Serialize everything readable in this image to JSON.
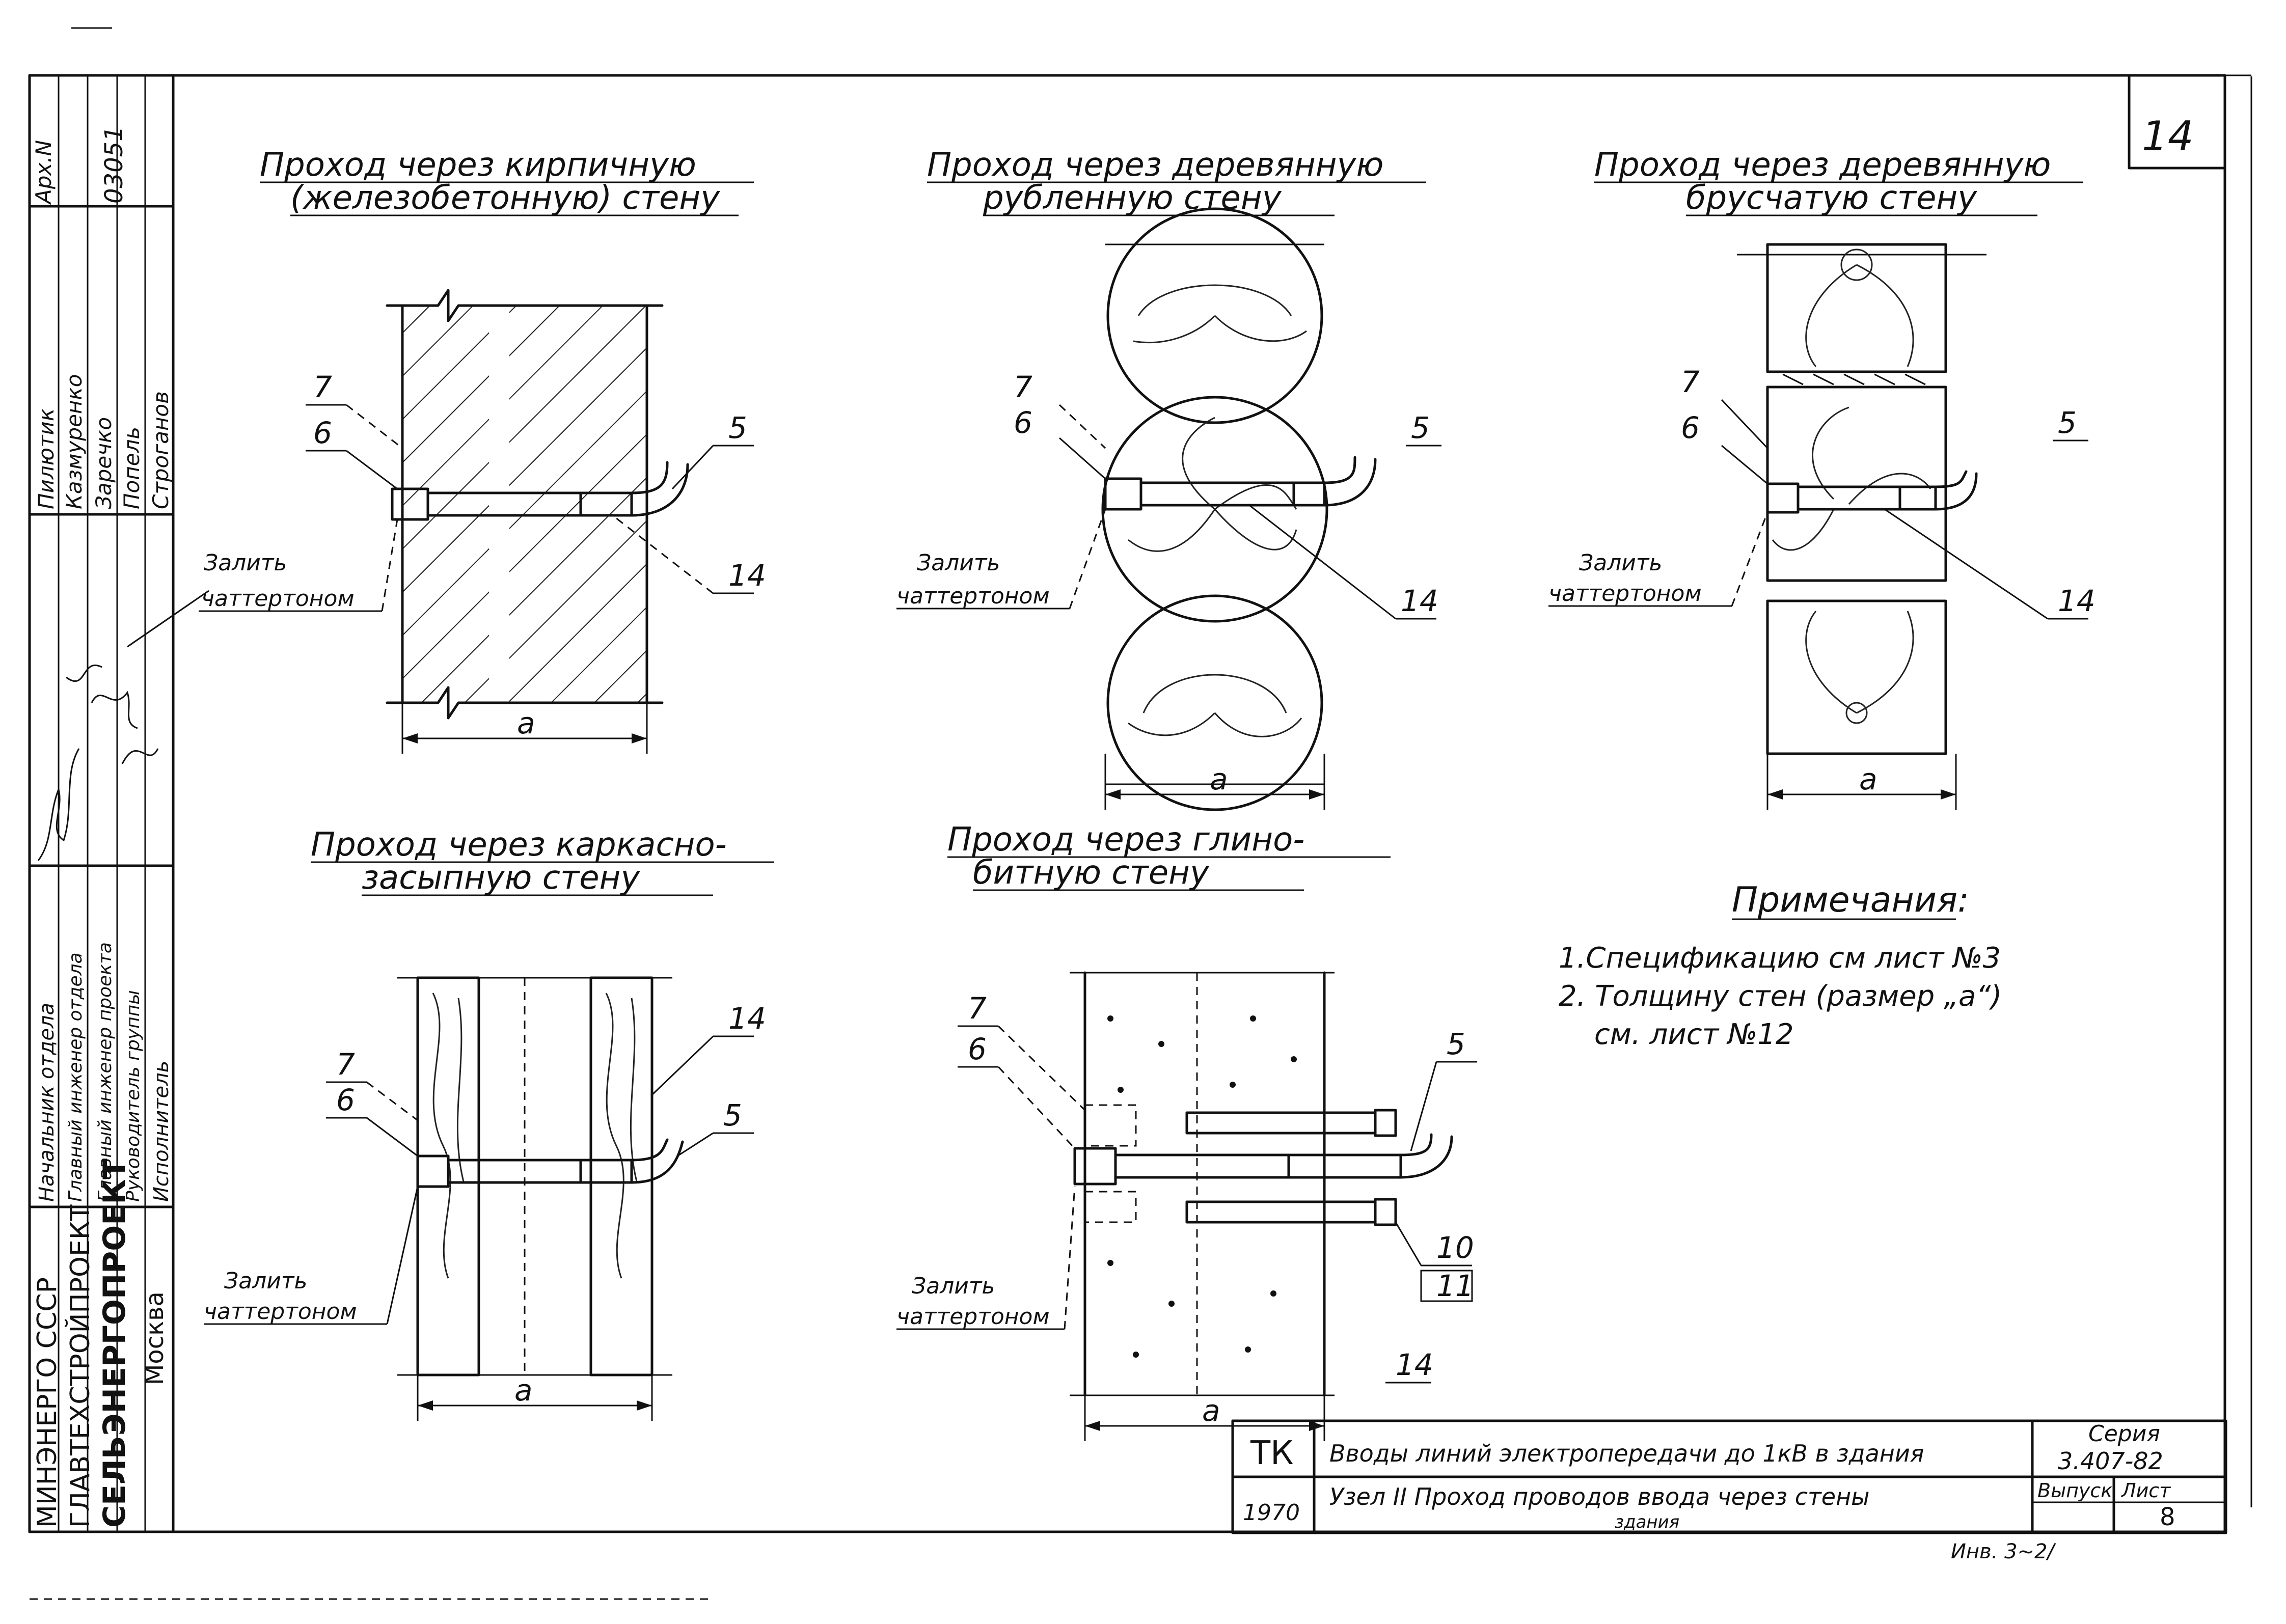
{
  "frame": {
    "sheet_no": "14",
    "archive_label": "Арх.N",
    "archive_no": "03051"
  },
  "side_block": {
    "org_lines": [
      "МИНЭНЕРГО СССР",
      "ГЛАВТЕХСТРОЙПРОЕКТ",
      "СЕЛЬЭНЕРГОПРОЕКТ",
      "Москва"
    ],
    "roles": [
      "Начальник отдела",
      "Главный инженер отдела",
      "Главный инженер проекта",
      "Руководитель группы",
      "Исполнитель"
    ],
    "names": [
      "Пилютик",
      "Казмуренко",
      "Заречко",
      "Попель",
      "Строганов"
    ]
  },
  "views": {
    "brick": {
      "title1": "Проход через кирпичную",
      "title2": "(железобетонную) стену",
      "fill_note1": "Залить",
      "fill_note2": "чаттертоном",
      "callouts": [
        "7",
        "6",
        "5",
        "14"
      ],
      "dim": "a"
    },
    "log": {
      "title1": "Проход через деревянную",
      "title2": "рубленную стену",
      "fill_note1": "Залить",
      "fill_note2": "чаттертоном",
      "callouts": [
        "7",
        "6",
        "5",
        "14"
      ],
      "dim": "a"
    },
    "beam": {
      "title1": "Проход через деревянную",
      "title2": "брусчатую стену",
      "fill_note1": "Залить",
      "fill_note2": "чаттертоном",
      "callouts": [
        "7",
        "6",
        "5",
        "14"
      ],
      "dim": "a"
    },
    "frame_wall": {
      "title1": "Проход через каркасно-",
      "title2": "засыпную стену",
      "fill_note1": "Залить",
      "fill_note2": "чаттертоном",
      "callouts": [
        "7",
        "6",
        "14",
        "5"
      ],
      "dim": "a"
    },
    "clay": {
      "title1": "Проход через глино-",
      "title2": "битную стену",
      "fill_note1": "Залить",
      "fill_note2": "чаттертоном",
      "callouts": [
        "7",
        "6",
        "5",
        "10",
        "11",
        "14"
      ],
      "dim": "a"
    }
  },
  "notes": {
    "heading": "Примечания:",
    "line1": "1.Спецификацию см лист №3",
    "line2": "2. Толщину стен (размер „a“)",
    "line3": "см. лист №12"
  },
  "title_block": {
    "tk": "ТК",
    "year": "1970",
    "line1": "Вводы линий электропередачи до 1кВ в здания",
    "line2": "Узел II Проход проводов ввода через стены",
    "line3": "здания",
    "series_label": "Серия",
    "series": "3.407-82",
    "issue_label": "Выпуск",
    "sheet_label": "Лист",
    "sheet": "8",
    "inv": "Инв. 3~2/"
  }
}
